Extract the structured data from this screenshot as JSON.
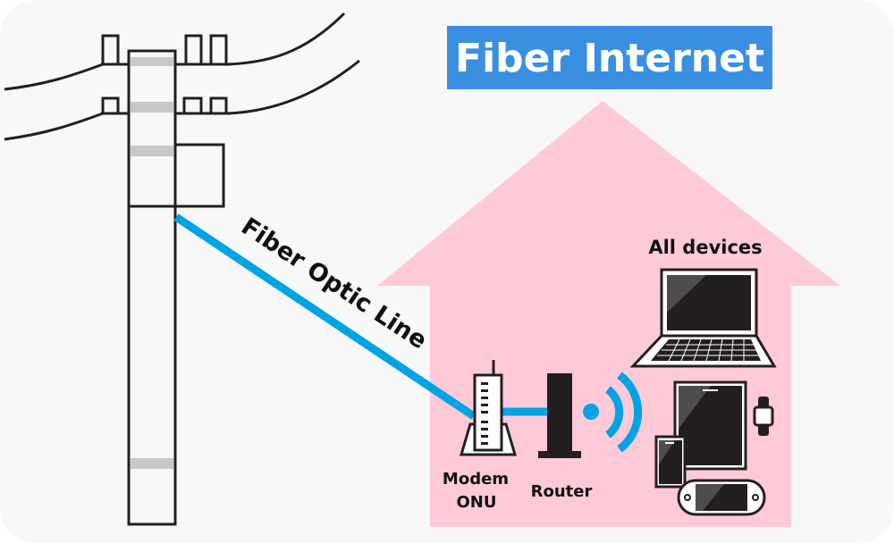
{
  "title": "Fiber Internet",
  "labels": {
    "fiber_line": "Fiber Optic Line",
    "modem_line1": "Modem",
    "modem_line2": "ONU",
    "router": "Router",
    "devices": "All devices"
  },
  "colors": {
    "background": "#f8f8f8",
    "title_bg": "#3a8fe0",
    "house": "#ffcad8",
    "fiber": "#00a3e4",
    "outline": "#231f20",
    "pole_band": "#c8c8c8"
  },
  "icons": [
    "utility-pole-icon",
    "modem-onu-icon",
    "router-icon",
    "wifi-signal-icon",
    "laptop-icon",
    "tablet-icon",
    "smartphone-icon",
    "smartwatch-icon",
    "game-console-icon"
  ]
}
